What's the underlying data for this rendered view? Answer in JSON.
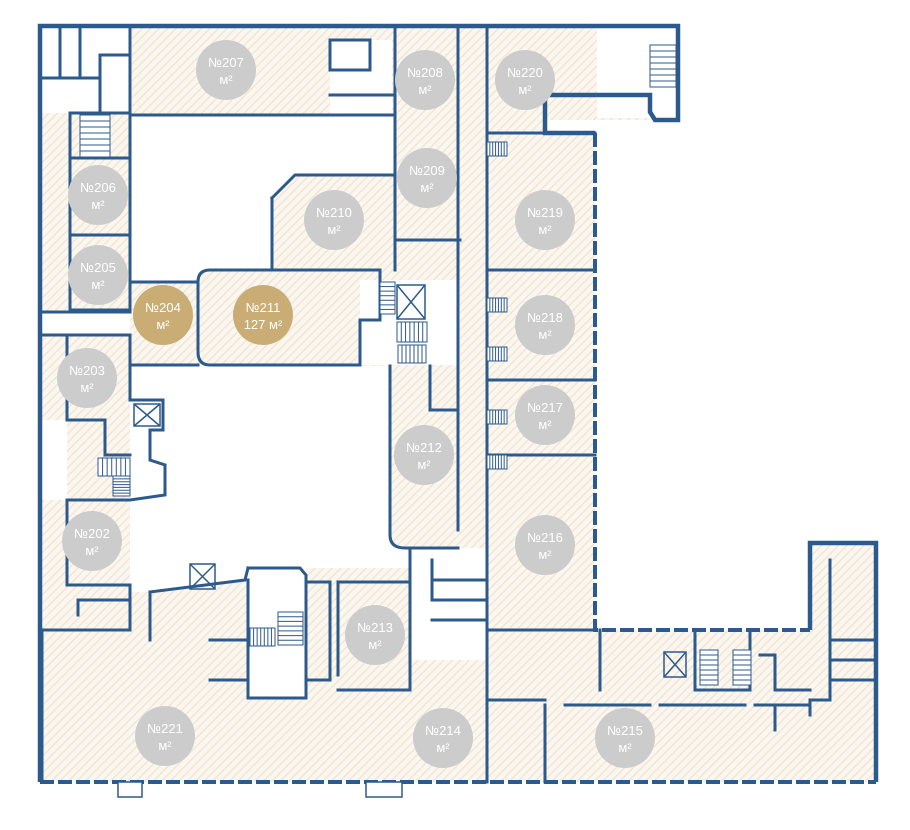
{
  "plan": {
    "colors": {
      "wall": "#2d5a8c",
      "hatch": "#efe3cf",
      "available": "#c9ad74",
      "unavailable": "#cccccc"
    },
    "rooms": [
      {
        "id": "207",
        "label": "№207",
        "area": "м²",
        "status": "unavailable"
      },
      {
        "id": "208",
        "label": "№208",
        "area": "м²",
        "status": "unavailable"
      },
      {
        "id": "220",
        "label": "№220",
        "area": "м²",
        "status": "unavailable"
      },
      {
        "id": "206",
        "label": "№206",
        "area": "м²",
        "status": "unavailable"
      },
      {
        "id": "209",
        "label": "№209",
        "area": "м²",
        "status": "unavailable"
      },
      {
        "id": "210",
        "label": "№210",
        "area": "м²",
        "status": "unavailable"
      },
      {
        "id": "219",
        "label": "№219",
        "area": "м²",
        "status": "unavailable"
      },
      {
        "id": "205",
        "label": "№205",
        "area": "м²",
        "status": "unavailable"
      },
      {
        "id": "204",
        "label": "№204",
        "area": "м²",
        "status": "available"
      },
      {
        "id": "211",
        "label": "№211",
        "area": "127 м²",
        "status": "available"
      },
      {
        "id": "218",
        "label": "№218",
        "area": "м²",
        "status": "unavailable"
      },
      {
        "id": "203",
        "label": "№203",
        "area": "м²",
        "status": "unavailable"
      },
      {
        "id": "217",
        "label": "№217",
        "area": "м²",
        "status": "unavailable"
      },
      {
        "id": "212",
        "label": "№212",
        "area": "м²",
        "status": "unavailable"
      },
      {
        "id": "202",
        "label": "№202",
        "area": "м²",
        "status": "unavailable"
      },
      {
        "id": "216",
        "label": "№216",
        "area": "м²",
        "status": "unavailable"
      },
      {
        "id": "213",
        "label": "№213",
        "area": "м²",
        "status": "unavailable"
      },
      {
        "id": "221",
        "label": "№221",
        "area": "м²",
        "status": "unavailable"
      },
      {
        "id": "214",
        "label": "№214",
        "area": "м²",
        "status": "unavailable"
      },
      {
        "id": "215",
        "label": "№215",
        "area": "м²",
        "status": "unavailable"
      }
    ]
  }
}
